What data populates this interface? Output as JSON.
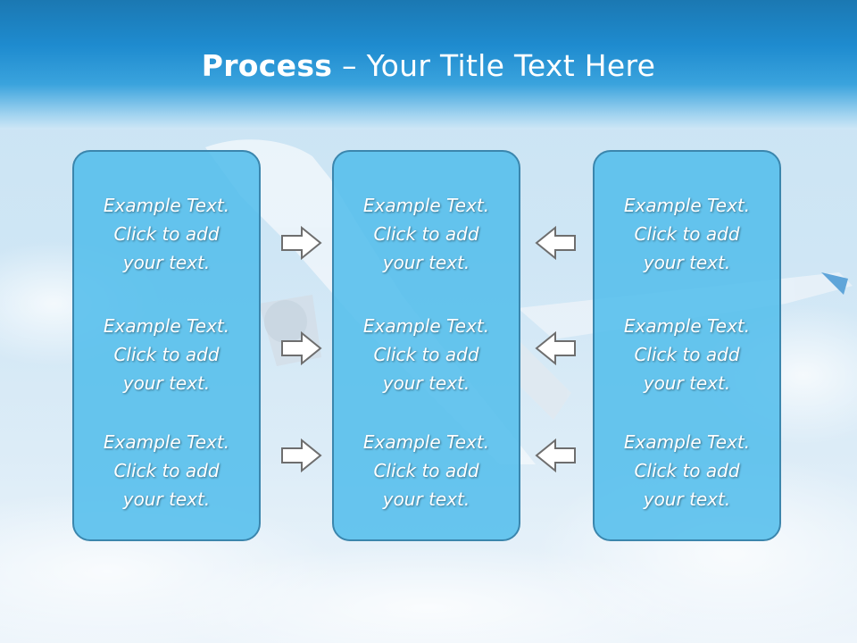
{
  "title": {
    "bold": "Process",
    "rest": " – Your Title Text Here"
  },
  "columns": [
    {
      "items": [
        {
          "line1": "Example Text.",
          "line2": "Click  to add",
          "line3": "your text."
        },
        {
          "line1": "Example Text.",
          "line2": "Click  to add",
          "line3": "your text."
        },
        {
          "line1": "Example Text.",
          "line2": "Click  to add",
          "line3": "your text."
        }
      ]
    },
    {
      "items": [
        {
          "line1": "Example Text.",
          "line2": "Click  to add",
          "line3": "your text."
        },
        {
          "line1": "Example Text.",
          "line2": "Click  to add",
          "line3": "your text."
        },
        {
          "line1": "Example Text.",
          "line2": "Click  to add",
          "line3": "your text."
        }
      ]
    },
    {
      "items": [
        {
          "line1": "Example Text.",
          "line2": "Click  to add",
          "line3": "your text."
        },
        {
          "line1": "Example Text.",
          "line2": "Click  to add",
          "line3": "your text."
        },
        {
          "line1": "Example Text.",
          "line2": "Click  to add",
          "line3": "your text."
        }
      ]
    }
  ],
  "arrows": {
    "left_group": "right-arrow-icon",
    "right_group": "left-arrow-icon"
  },
  "colors": {
    "title_band": "#1e8bcf",
    "box_fill": "#54beec",
    "box_border": "#3b86ad",
    "text": "#ffffff"
  }
}
